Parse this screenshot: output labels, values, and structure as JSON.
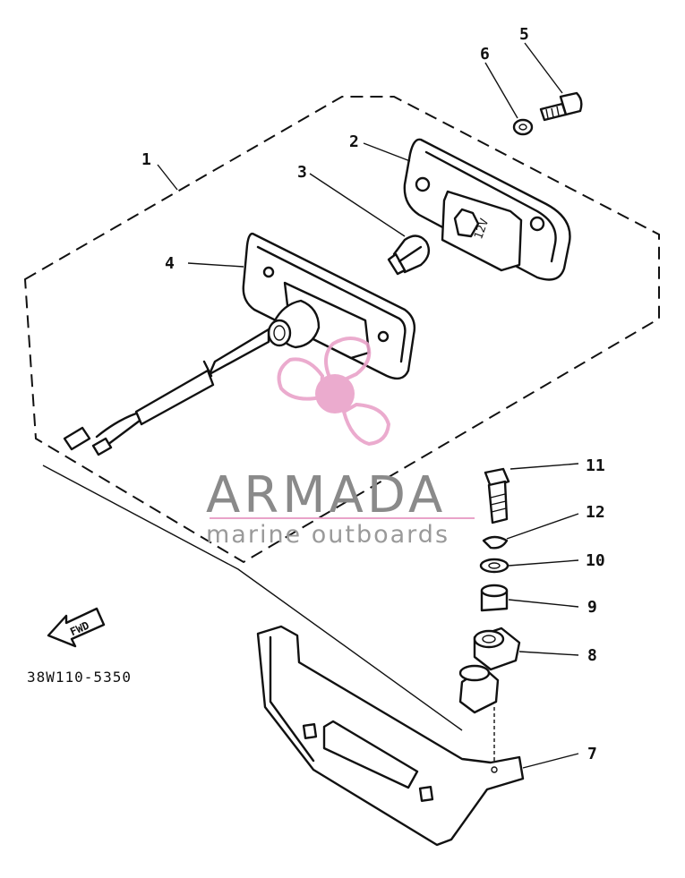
{
  "diagram": {
    "part_code": "38W110-5350",
    "fwd_label": "FWD",
    "bulb_label": "12V",
    "callouts": [
      "1",
      "2",
      "3",
      "4",
      "5",
      "6",
      "7",
      "8",
      "9",
      "10",
      "11",
      "12"
    ]
  },
  "watermark": {
    "brand": "ARMADA",
    "tagline": "marine outboards",
    "logo_color": "#e9a3c9",
    "text_color": "#8a8a8a"
  }
}
